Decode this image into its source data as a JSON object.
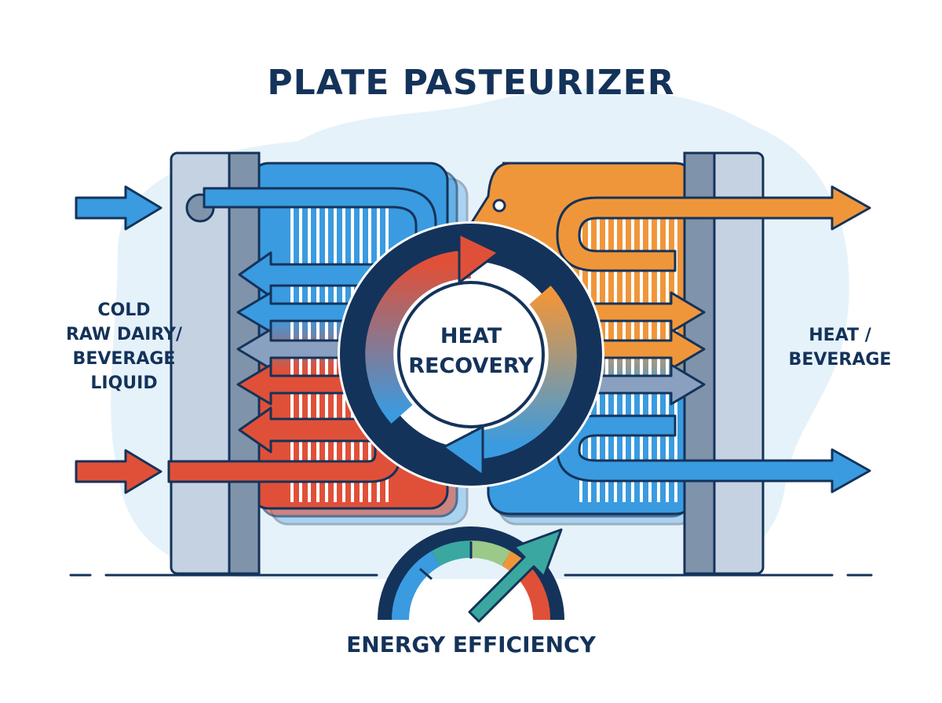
{
  "title": "PLATE PASTEURIZER",
  "labels": {
    "left_lines": [
      "COLD",
      "RAW DAIRY/",
      "BEVERAGE",
      "LIQUID"
    ],
    "right_lines": [
      "HEAT /",
      "BEVERAGE"
    ],
    "center_lines": [
      "HEAT",
      "RECOVERY"
    ],
    "bottom": "ENERGY EFFICIENCY"
  },
  "colors": {
    "navy": "#14335a",
    "blue": "#3a9be0",
    "red": "#e05038",
    "orange": "#f0963a",
    "teal": "#3aa8a0",
    "frame": "#c5d2e2",
    "frame_dark": "#7f93ab",
    "background_blob": "#e6f2fa"
  },
  "icons": [
    "heat-recovery-cycle-icon",
    "gauge-icon",
    "upward-trend-arrow-icon"
  ]
}
